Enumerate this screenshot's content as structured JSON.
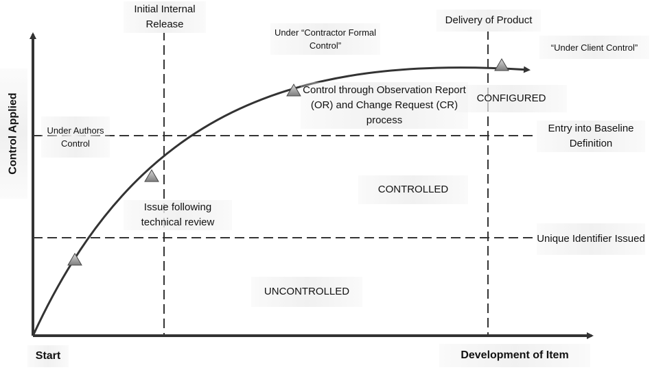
{
  "axes": {
    "y_title": "Control Applied",
    "x_start": "Start",
    "x_title": "Development of Item"
  },
  "milestones": {
    "initial_internal_release": "Initial Internal Release",
    "delivery_of_product": "Delivery of Product",
    "entry_into_baseline": "Entry into Baseline Definition",
    "unique_identifier": "Unique Identifier Issued"
  },
  "control_phases": {
    "authors": "Under Authors Control",
    "contractor": "Under “Contractor Formal Control”",
    "client": "“Under Client Control”"
  },
  "states": {
    "uncontrolled": "UNCONTROLLED",
    "controlled": "CONTROLLED",
    "configured": "CONFIGURED"
  },
  "curve_points": {
    "technical_review": "Issue following technical review",
    "or_cr_process": "Control through Observation Report (OR) and Change Request (CR) process"
  },
  "colors": {
    "axis": "#333333",
    "curve": "#333333",
    "dashed_line": "#333333",
    "triangle_fill": "#9a9a9a"
  }
}
